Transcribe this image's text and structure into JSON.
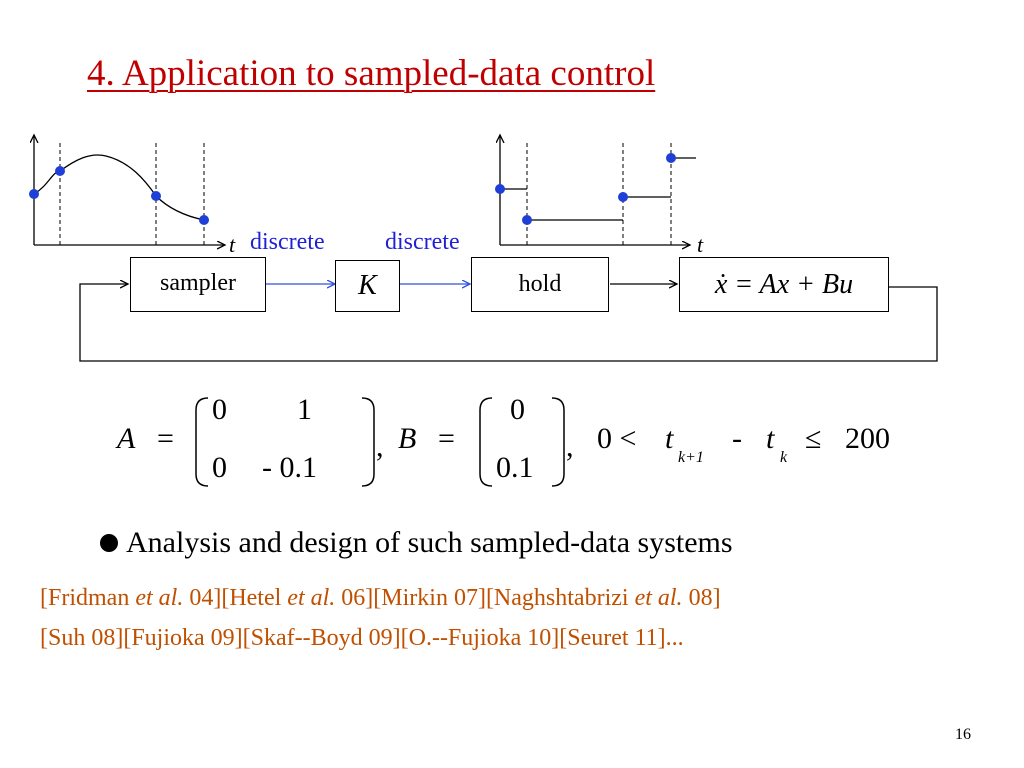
{
  "slide": {
    "title": "4. Application to sampled-data control",
    "page_number": "16"
  },
  "diagram": {
    "axis_var_left": "t",
    "axis_var_right": "t",
    "label_discrete_1": "discrete",
    "label_discrete_2": "discrete",
    "block_sampler": "sampler",
    "block_K": "K",
    "block_hold": "hold",
    "plant_eq": "ẋ = Ax + Bu"
  },
  "math": {
    "A_label": "A",
    "eq": "=",
    "A_matrix": [
      [
        "0",
        "1"
      ],
      [
        "0",
        "- 0.1"
      ]
    ],
    "B_label": "B",
    "B_matrix": [
      [
        "0"
      ],
      [
        "0.1"
      ]
    ],
    "comma": ",",
    "constraint": {
      "lhs": "0 <",
      "t": "t",
      "sub_k1": "k+1",
      "minus": "-",
      "sub_k": "k",
      "le": "≤",
      "rhs": "200"
    }
  },
  "bullet": {
    "text": "Analysis and design of such sampled-data systems"
  },
  "references": {
    "line1": [
      {
        "text": "[Fridman ",
        "italic": false
      },
      {
        "text": "et al.",
        "italic": true
      },
      {
        "text": " 04][Hetel ",
        "italic": false
      },
      {
        "text": "et al.",
        "italic": true
      },
      {
        "text": " 06][Mirkin 07][Naghshtabrizi ",
        "italic": false
      },
      {
        "text": "et al.",
        "italic": true
      },
      {
        "text": " 08]",
        "italic": false
      }
    ],
    "line2": "[Suh 08][Fujioka 09][Skaf--Boyd 09][O.--Fujioka 10][Seuret 11]..."
  },
  "colors": {
    "title": "#c00000",
    "discrete_label": "#1f1fd6",
    "arrow_blue": "#3050e0",
    "sample_dot": "#1f3fd6",
    "references": "#c05000"
  }
}
